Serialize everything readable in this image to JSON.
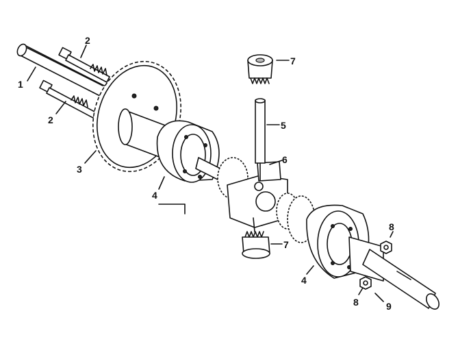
{
  "callouts": [
    {
      "id": "c1",
      "text": "1"
    },
    {
      "id": "c2a",
      "text": "2"
    },
    {
      "id": "c2b",
      "text": "2"
    },
    {
      "id": "c3",
      "text": "3"
    },
    {
      "id": "c4a",
      "text": "4"
    },
    {
      "id": "c4b",
      "text": "4"
    },
    {
      "id": "c5",
      "text": "5"
    },
    {
      "id": "c6",
      "text": "6"
    },
    {
      "id": "c7a",
      "text": "7"
    },
    {
      "id": "c7b",
      "text": "7"
    },
    {
      "id": "c8a",
      "text": "8"
    },
    {
      "id": "c8b",
      "text": "8"
    },
    {
      "id": "c9",
      "text": "9"
    }
  ]
}
